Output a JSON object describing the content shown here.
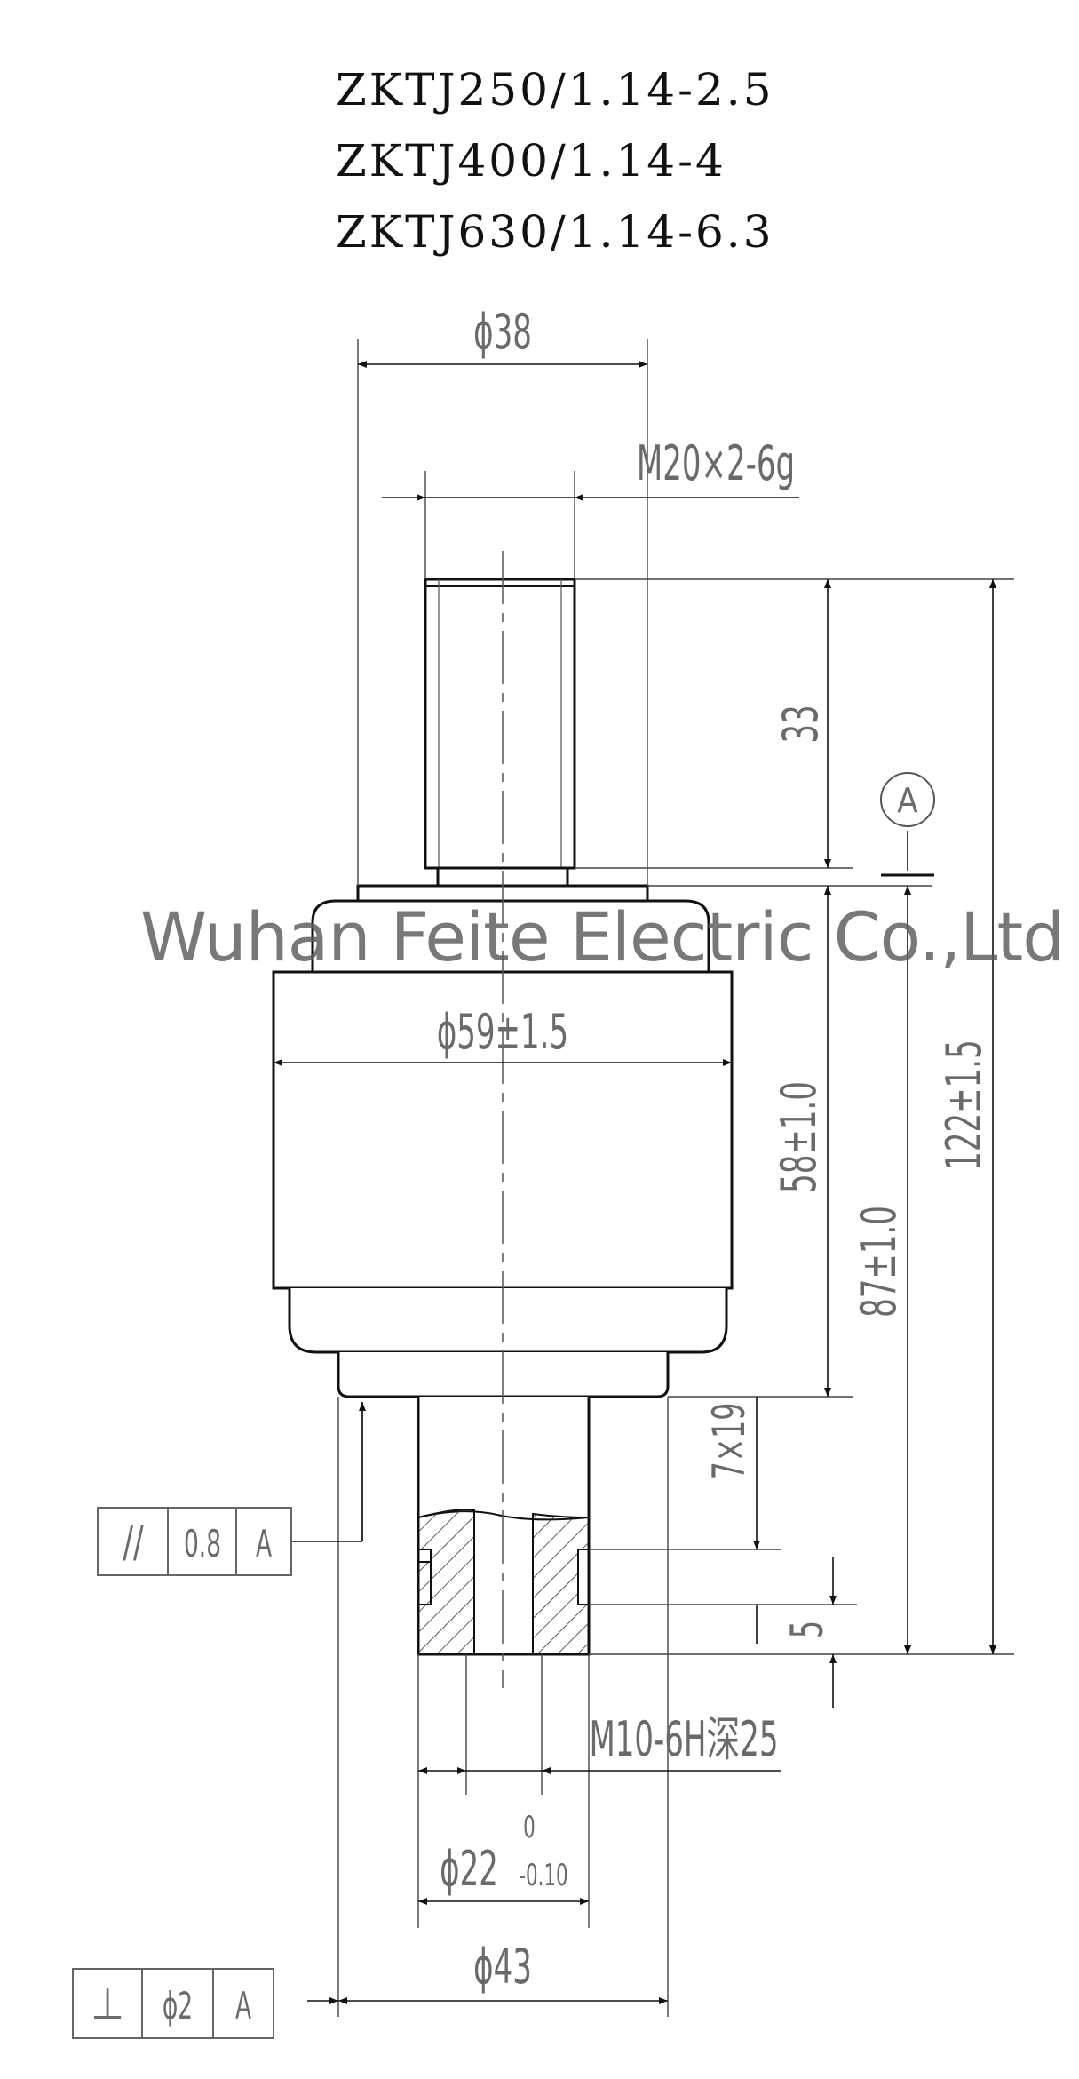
{
  "titles": [
    "ZKTJ250/1.14-2.5",
    "ZKTJ400/1.14-4",
    "ZKTJ630/1.14-6.3"
  ],
  "watermark": "Wuhan Feite Electric Co.,Ltd",
  "dimensions": {
    "d38": "ϕ38",
    "m20": "M20×2-6g",
    "d33": "33",
    "datum": "A",
    "d59": "ϕ59±1.5",
    "d58": "58±1.0",
    "d87": "87±1.0",
    "d122": "122±1.5",
    "d7x19": "7×19",
    "d5": "5",
    "m10": "M10-6H深25",
    "d22": "ϕ22",
    "d22_upper": "0",
    "d22_lower": "-0.10",
    "d43": "ϕ43"
  },
  "tolerance_frames": [
    {
      "symbol": "//",
      "value": "0.8",
      "datum": "A"
    },
    {
      "symbol": "⊥",
      "value": "ϕ2",
      "datum": "A"
    }
  ]
}
